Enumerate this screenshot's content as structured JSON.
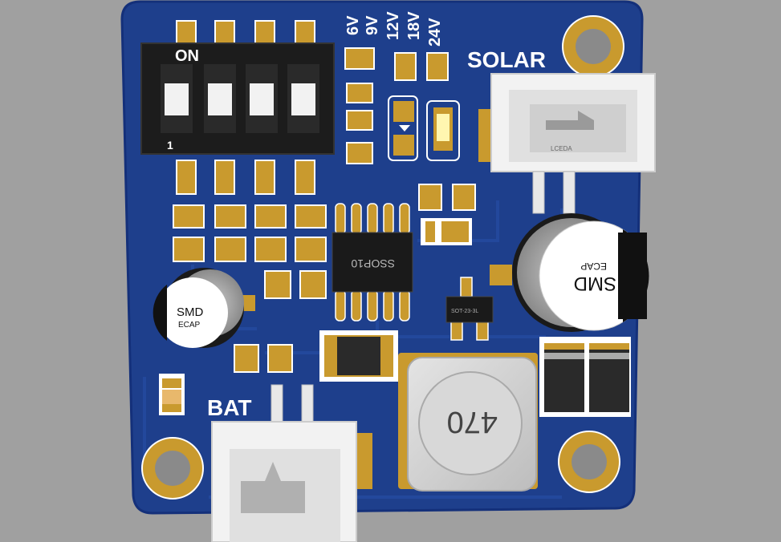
{
  "board": {
    "colors": {
      "background": "#a0a0a0",
      "pcb": "#1e3f8c",
      "pcb_edge": "#14307a",
      "copper": "#c99a2e",
      "silkscreen": "#ffffff"
    }
  },
  "labels": {
    "switch_on": "ON",
    "switch_pin1": "1",
    "voltages": [
      "6V",
      "9V",
      "12V",
      "18V",
      "24V"
    ],
    "solar": "SOLAR",
    "bat": "BAT",
    "ic": "SSOP10",
    "sot": "SOT-23-3L",
    "connector_brand": "LCEDA",
    "cap_small_line1": "SMD",
    "cap_small_line2": "ECAP",
    "cap_large_line1": "SMD",
    "cap_large_line2": "ECAP",
    "inductor": "470"
  }
}
